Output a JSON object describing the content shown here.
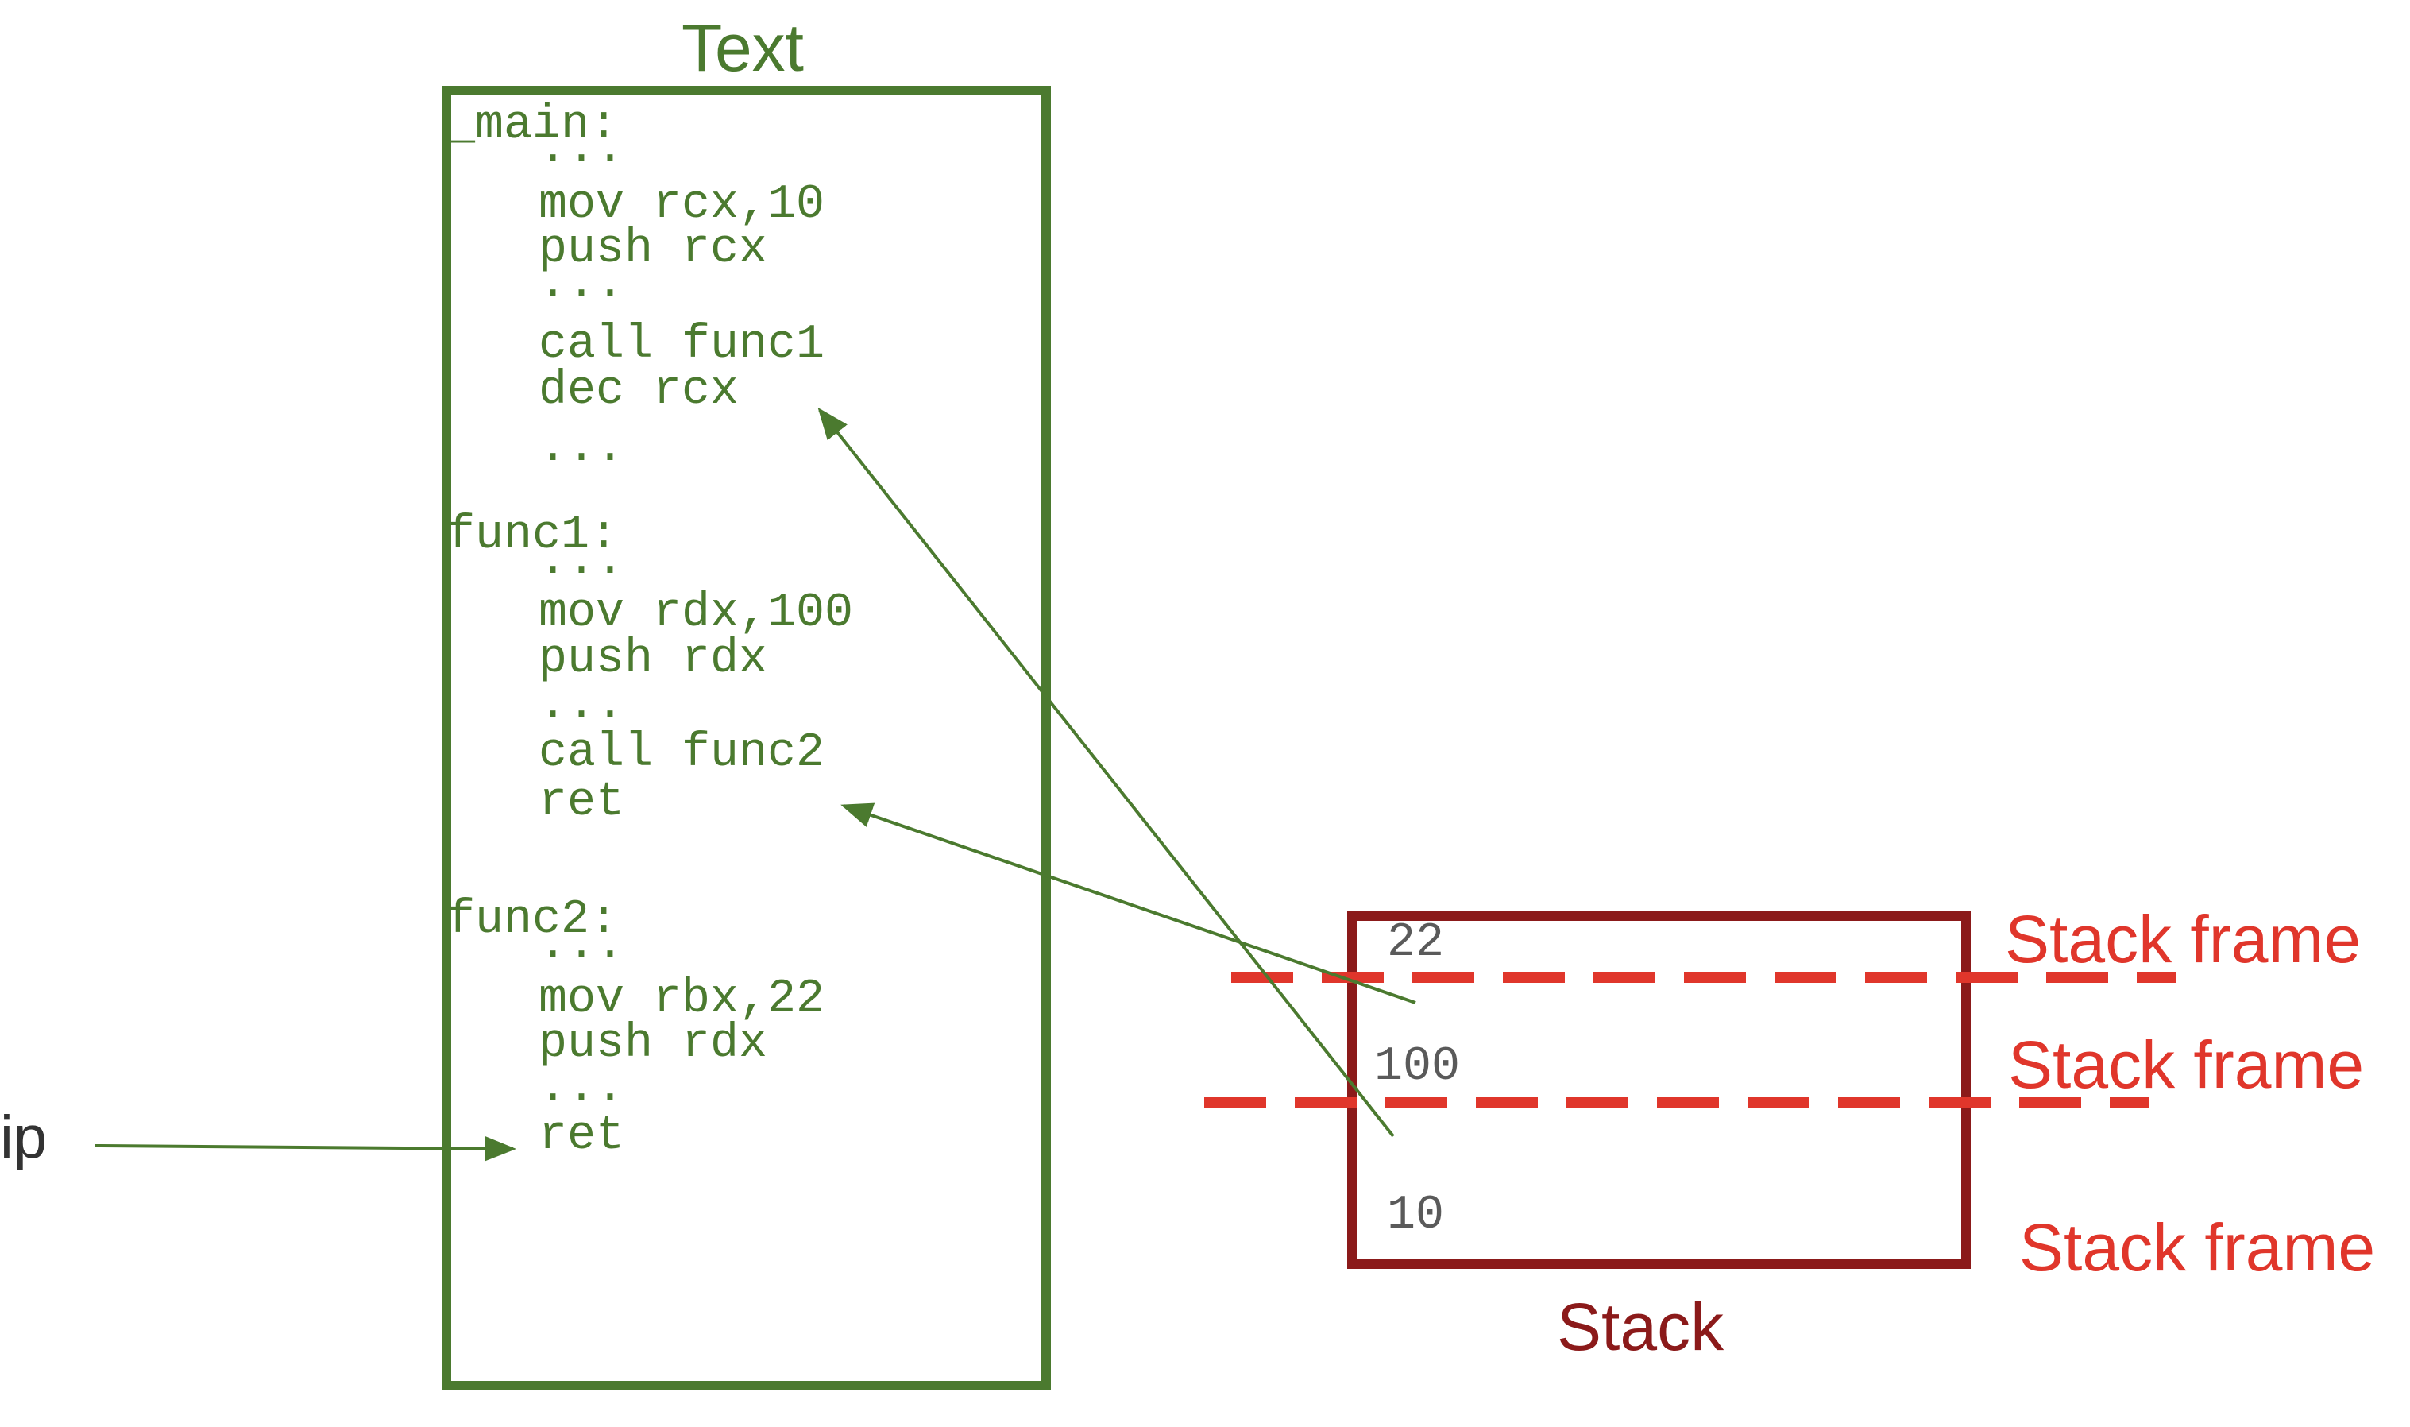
{
  "colors": {
    "text_segment": "#4b7a2f",
    "stack_border": "#8b1a1a",
    "frame": "#e0362b",
    "ip_label": "#333333"
  },
  "text_segment": {
    "title": "Text",
    "lines": [
      "_main:",
      "...",
      "mov rcx,10",
      "push rcx",
      "...",
      "call func1",
      "dec rcx",
      "...",
      "func1:",
      "...",
      "mov rdx,100",
      "push rdx",
      "...",
      "call func2",
      "ret",
      "func2:",
      "...",
      "mov rbx,22",
      "push rdx",
      "...",
      "ret"
    ]
  },
  "stack": {
    "title": "Stack",
    "values": [
      "22",
      "100",
      "10"
    ]
  },
  "frame_labels": [
    "Stack frame",
    "Stack frame",
    "Stack frame"
  ],
  "ip": {
    "label": "ip"
  }
}
